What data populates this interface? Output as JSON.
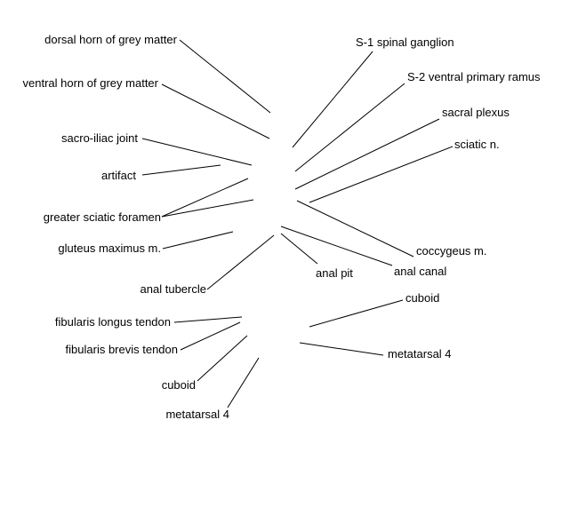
{
  "labels": {
    "dorsal_horn": "dorsal horn of grey matter",
    "ventral_horn": "ventral horn of grey matter",
    "sacroiliac_joint": "sacro-iliac joint",
    "artifact": "artifact",
    "greater_sciatic_foramen": "greater sciatic foramen",
    "gluteus_maximus": "gluteus maximus m.",
    "anal_tubercle": "anal tubercle",
    "s1_spinal_ganglion": "S-1 spinal ganglion",
    "s2_ventral_primary_ramus": "S-2 ventral primary ramus",
    "sacral_plexus": "sacral plexus",
    "sciatic_nerve": "sciatic n.",
    "coccygeus": "coccygeus m.",
    "anal_canal": "anal canal",
    "anal_pit": "anal pit",
    "fibularis_longus_tendon": "fibularis longus tendon",
    "fibularis_brevis_tendon": "fibularis brevis tendon",
    "cuboid_left": "cuboid",
    "metatarsal4_left": "metatarsal 4",
    "cuboid_right": "cuboid",
    "metatarsal4_right": "metatarsal 4"
  }
}
